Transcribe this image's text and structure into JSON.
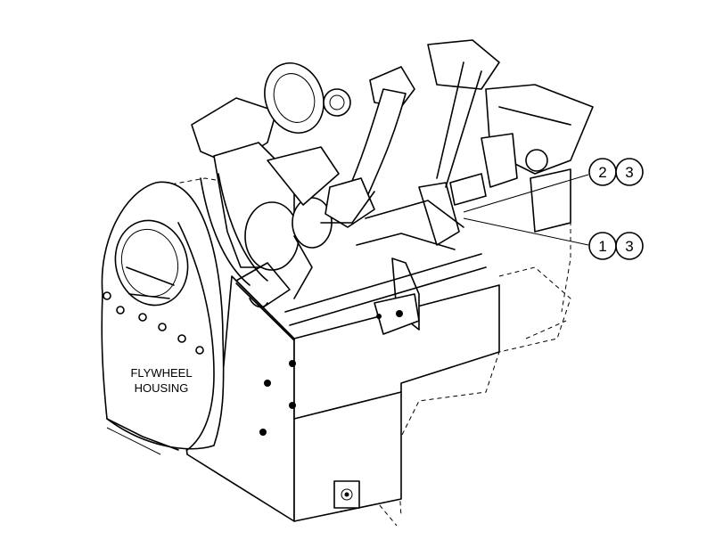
{
  "labels": {
    "flywheel_line1": "FLYWHEEL",
    "flywheel_line2": "HOUSING"
  },
  "callouts": [
    {
      "first": "2",
      "second": "3"
    },
    {
      "first": "1",
      "second": "3"
    }
  ]
}
